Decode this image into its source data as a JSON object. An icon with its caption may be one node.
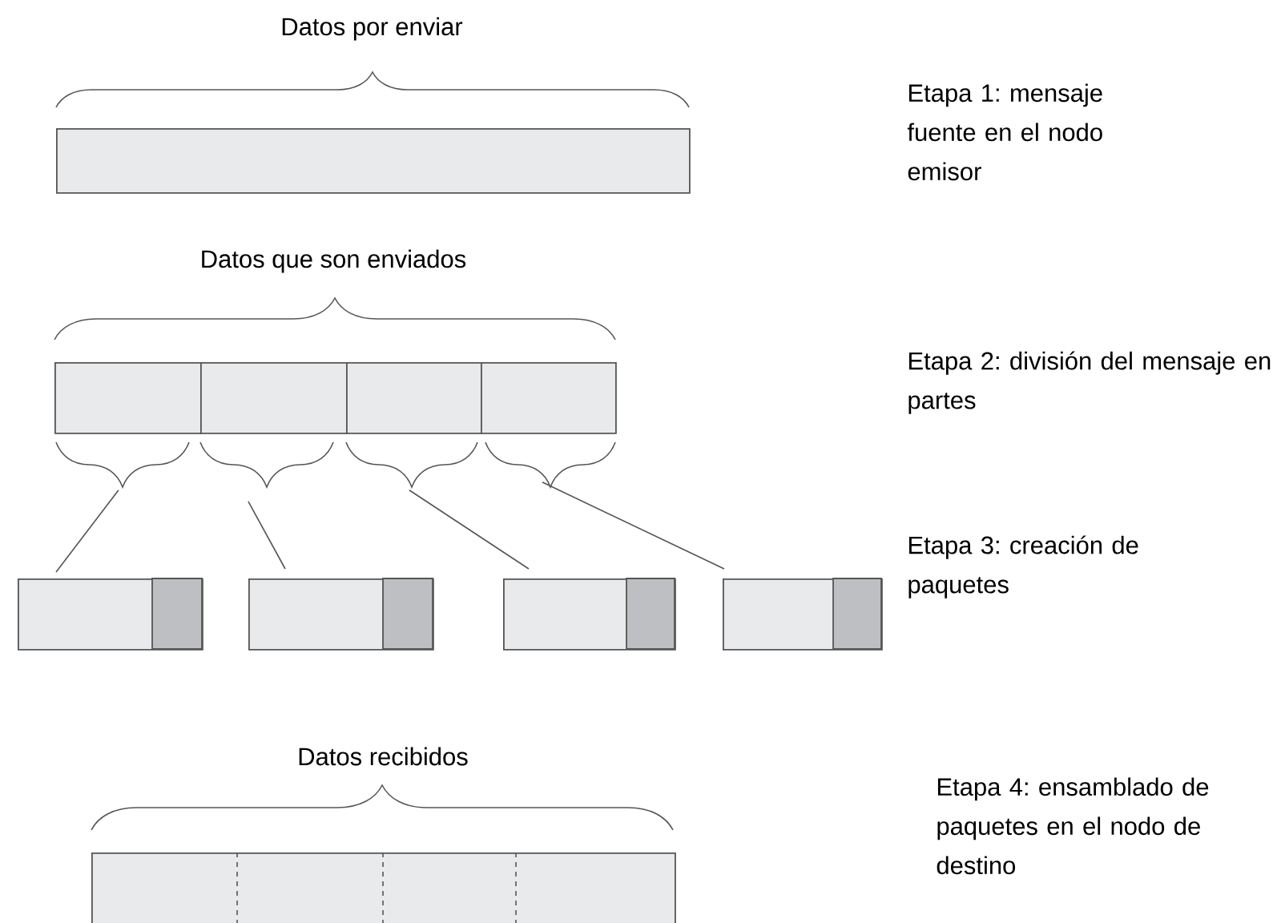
{
  "diagram": {
    "nodes": [
      {
        "text": [],
        "shape": "box"
      },
      {
        "text": [],
        "shape": "box"
      },
      {
        "text": [],
        "shape": "box"
      },
      {
        "text": [],
        "shape": "box"
      },
      {
        "text": [],
        "shape": "box"
      },
      {
        "text": [],
        "shape": "box"
      },
      {
        "text": [],
        "shape": "box"
      },
      {
        "text": [],
        "shape": "box"
      },
      {
        "text": [],
        "shape": "box"
      },
      {
        "text": [],
        "shape": "box"
      }
    ],
    "edges": [
      {
        "from": 1,
        "to": 5,
        "arrow": "none"
      },
      {
        "from": 2,
        "to": 6,
        "arrow": "none"
      },
      {
        "from": 3,
        "to": 7,
        "arrow": "none"
      },
      {
        "from": 4,
        "to": 8,
        "arrow": "none"
      }
    ],
    "labels": [
      "Datos por enviar",
      "Etapa 1: mensaje fuente en el nodo emisor",
      "Datos que son enviados",
      "Etapa 2: división del mensaje en partes",
      "Etapa 3: creación de paquetes",
      "Datos recibidos",
      "Etapa 4: ensamblado de paquetes en el nodo de destino"
    ]
  }
}
